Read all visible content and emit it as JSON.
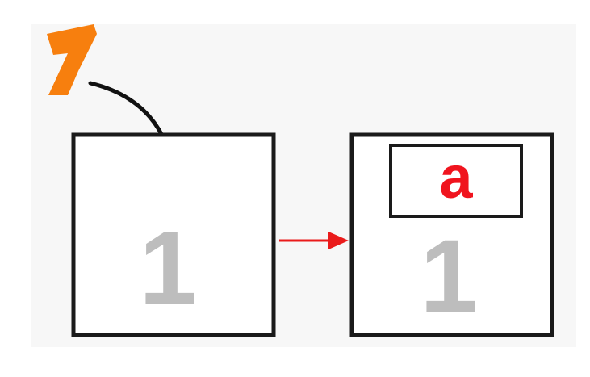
{
  "diagram": {
    "step_number": "1",
    "left_box_label": "1",
    "right_box_inner_label": "a",
    "right_box_lower_label": "1"
  },
  "colors": {
    "step_number": "#f77f0e",
    "box_stroke": "#1a1a1a",
    "digit": "#bdbdbd",
    "inner_letter": "#f0141e",
    "connector_arrow": "#ea1b1b",
    "curved_arrow": "#111111"
  }
}
